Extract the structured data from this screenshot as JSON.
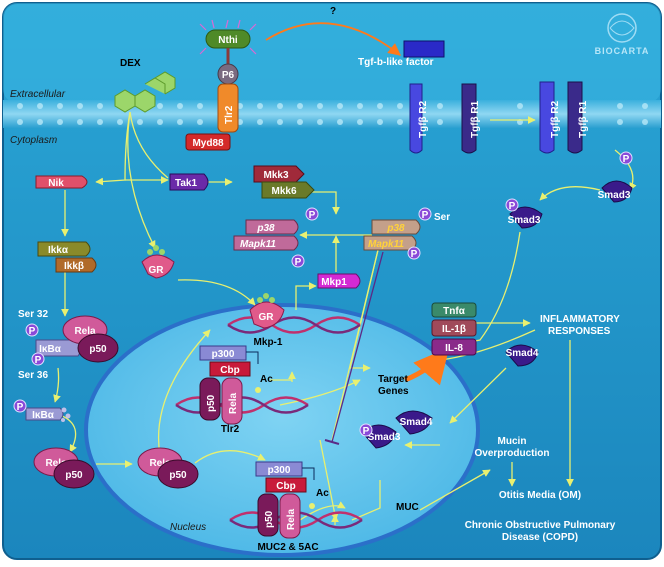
{
  "brand": "BIOCARTA",
  "regions": {
    "extracellular": "Extracellular",
    "cytoplasm": "Cytoplasm",
    "nucleus": "Nucleus"
  },
  "question": "?",
  "molecules": {
    "nthi": "Nthi",
    "p6": "P6",
    "tlr2": "Tlr2",
    "myd88": "Myd88",
    "dex": "DEX",
    "tgf_factor": "Tgf-b-like factor",
    "tgfbr2_a": "Tgfβ R2",
    "tgfbr1_a": "Tgfβ R1",
    "tgfbr2_b": "Tgfβ R2",
    "tgfbr1_b": "Tgfβ R1",
    "nik": "Nik",
    "tak1": "Tak1",
    "mkk3": "Mkk3",
    "mkk6": "Mkk6",
    "p38_a": "p38",
    "mapk11_a": "Mapk11",
    "p38_b": "p38",
    "mapk11_b": "Mapk11",
    "ser": "Ser",
    "ikka": "Ikkα",
    "ikkb": "Ikkβ",
    "gr_a": "GR",
    "gr_b": "GR",
    "mkp1": "Mkp1",
    "mkp1_gene": "Mkp-1",
    "ser32": "Ser 32",
    "ser36": "Ser 36",
    "ikba_a": "IκBα",
    "ikba_b": "IκBα",
    "rela_a": "Rela",
    "p50_a": "p50",
    "rela_b": "Rela",
    "p50_b": "p50",
    "rela_c": "Rela",
    "p50_c": "p50",
    "p300_a": "p300",
    "cbp_a": "Cbp",
    "p50_d": "p50",
    "rela_d": "Rela",
    "ac_a": "Ac",
    "tlr2_gene": "Tlr2",
    "p300_b": "p300",
    "cbp_b": "Cbp",
    "p50_e": "p50",
    "rela_e": "Rela",
    "ac_b": "Ac",
    "muc_gene": "MUC2 & 5AC",
    "tnfa": "Tnfα",
    "il1b": "IL-1β",
    "il8": "IL-8",
    "target_genes": "Target Genes",
    "smad3_a": "Smad3",
    "smad3_b": "Smad3",
    "smad3_c": "Smad3",
    "smad4_a": "Smad4",
    "smad4_b": "Smad4",
    "muc": "MUC",
    "phospho": "P"
  },
  "outcomes": {
    "inflammatory": "INFLAMMATORY RESPONSES",
    "mucin": "Mucin Overproduction",
    "otitis": "Otitis Media (OM)",
    "copd": "Chronic Obstructive Pulmonary Disease (COPD)"
  }
}
